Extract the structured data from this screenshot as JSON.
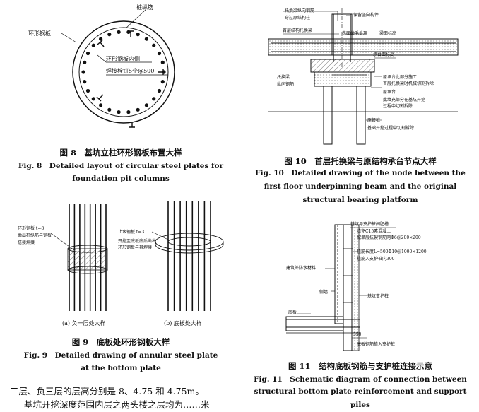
{
  "fig8": {
    "label_top": "桩纵筋",
    "label_plate": "环形钢板",
    "label_inner": "环形钢板内侧",
    "label_studs": "焊接栓钉5个@500",
    "caption_cn": "图 8　基坑立柱环形钢板布置大样",
    "caption_en_1": "Fig. 8　Detailed layout of circular steel plates for",
    "caption_en_2": "foundation pit columns"
  },
  "fig9": {
    "a_label_1": "环形钢板 t=8",
    "a_label_2": "凿出柱纵筋与钢板",
    "a_label_3": "搭接焊接",
    "b_label_1": "止水钢板 t=3",
    "b_label_2": "开挖至底板底后凿出",
    "b_label_3": "环形钢板与其焊接",
    "sub_a": "(a)  负一层处大样",
    "sub_b": "(b)  底板处大样",
    "caption_cn": "图 9　底板处环形钢板大样",
    "caption_en_1": "Fig. 9　Detailed drawing of annular steel plate",
    "caption_en_2": "at the bottom plate"
  },
  "fig10": {
    "l_beam_rebar_1": "托换梁纵向钢筋",
    "l_beam_rebar_2": "穿过原结构柱",
    "l_keep": "保留竖向构件",
    "l_first_beam": "首层结构托换梁",
    "l_roughen": "表面凿毛处理",
    "l_beam_top": "梁面标高",
    "l_cap_top": "承台面标高",
    "l_left_1": "托换梁",
    "l_left_2": "纵向钢筋",
    "l_cap_1": "原承台此部分施工",
    "l_cap_2": "首层托换梁时机械切割拆除",
    "l_orig_cap": "原承台",
    "l_fill_1": "此填充部分在基坑开挖",
    "l_fill_2": "过程中切割拆除",
    "l_pile_1": "原管桩",
    "l_pile_2": "基础开挖过程中切割拆除",
    "caption_cn": "图 10　首层托换梁与原结构承台节点大样",
    "caption_en_1": "Fig. 10　Detailed drawing of the node between the",
    "caption_en_2": "first floor underpinning beam and the original",
    "caption_en_3": "structural bearing platform"
  },
  "fig11": {
    "l_1": "基坑与支护桩间肥槽",
    "l_2": "填充C15素混凝土",
    "l_3": "配单层抗裂钢筋网Φ6@200×200",
    "l_4": "植筋长度L=500Φ10@1000×1200",
    "l_5": "植筋入支护桩内300",
    "l_6": "建筑外防水材料",
    "l_7": "侧墙",
    "l_8": "基坑支护桩",
    "l_9": "底板",
    "l_10": "350",
    "l_11": "底板钢筋植入支护桩",
    "caption_cn": "图 11　结构底板钢筋与支护桩连接示意",
    "caption_en_1": "Fig. 11　Schematic diagram of connection between",
    "caption_en_2": "structural bottom plate reinforcement and support piles"
  },
  "body": {
    "line_1": "二层、负三层的层高分别是 8、4.75 和 4.75m。",
    "line_2": "基坑开挖深度范围内层之两头楼之层均为……米"
  }
}
